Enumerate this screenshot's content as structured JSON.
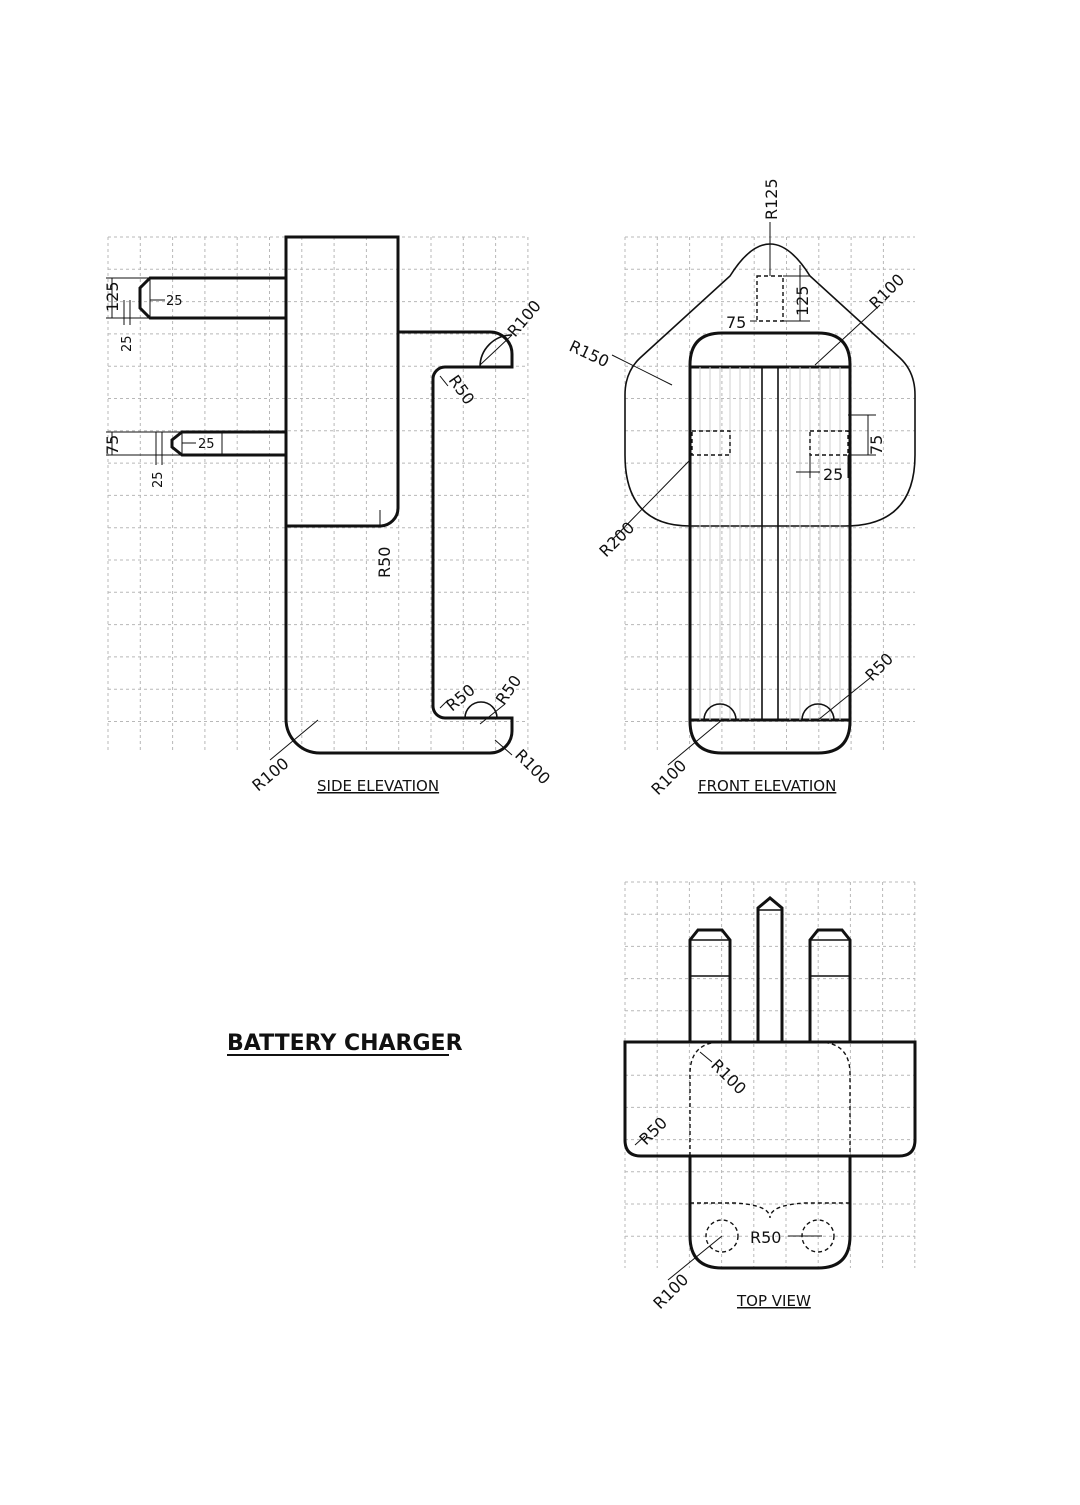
{
  "title": "BATTERY CHARGER",
  "views": {
    "side": {
      "label": "SIDE ELEVATION",
      "dims": [
        "125",
        "25",
        "25",
        "75",
        "25",
        "25",
        "R100",
        "R50",
        "R50",
        "R50",
        "R50",
        "R100",
        "R100"
      ]
    },
    "front": {
      "label": "FRONT ELEVATION",
      "dims": [
        "R125",
        "125",
        "75",
        "R100",
        "R150",
        "75",
        "25",
        "R200",
        "R50",
        "R100"
      ]
    },
    "top": {
      "label": "TOP VIEW",
      "dims": [
        "R100",
        "R50",
        "R50",
        "R100"
      ]
    }
  }
}
